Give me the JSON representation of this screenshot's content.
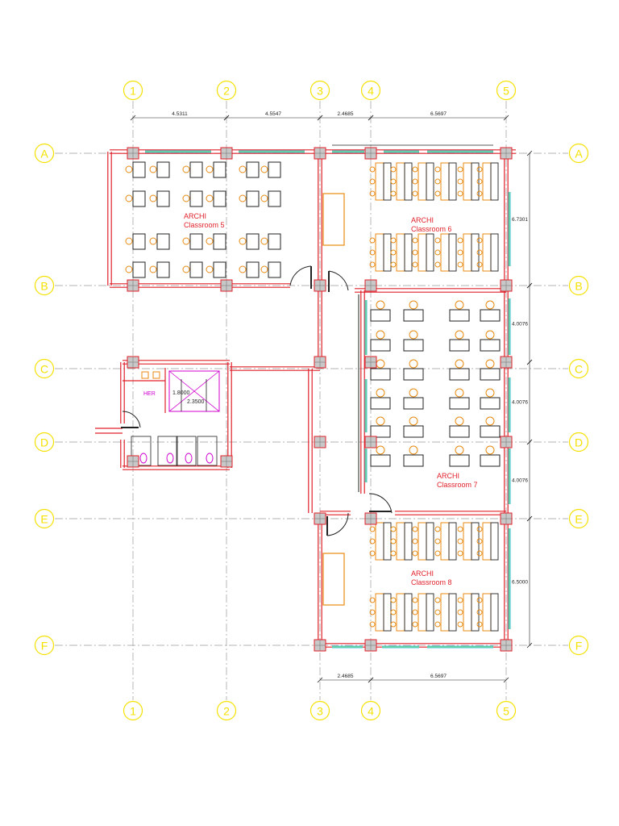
{
  "grid": {
    "columns": [
      "1",
      "2",
      "3",
      "4",
      "5"
    ],
    "rows": [
      "A",
      "B",
      "C",
      "D",
      "E",
      "F"
    ],
    "bubble_color": "#f5e100",
    "line_color": "#9a9a9a"
  },
  "dimensions": {
    "top": [
      "4.5311",
      "4.5547",
      "2.4685",
      "6.5697"
    ],
    "bottom": [
      "2.4685",
      "6.5697"
    ],
    "right": [
      "6.7301",
      "4.0076",
      "4.0076",
      "4.0076",
      "6.5000"
    ]
  },
  "rooms": {
    "classroom5": {
      "line1": "ARCHI",
      "line2": "Classroom 5"
    },
    "classroom6": {
      "line1": "ARCHI",
      "line2": "Classroom 6"
    },
    "classroom7": {
      "line1": "ARCHI",
      "line2": "Classroom 7"
    },
    "classroom8": {
      "line1": "ARCHI",
      "line2": "Classroom 8"
    }
  },
  "toilet_label": "HER",
  "stair": {
    "width": "1.8000",
    "length": "2.3500"
  },
  "colors": {
    "wall": "#e0202a",
    "furniture": "#e88a10",
    "glazing": "#3ec0e0",
    "glazing_inner": "#8ae070",
    "magenta": "#d000d0",
    "column_fill": "#c8c8c8"
  }
}
